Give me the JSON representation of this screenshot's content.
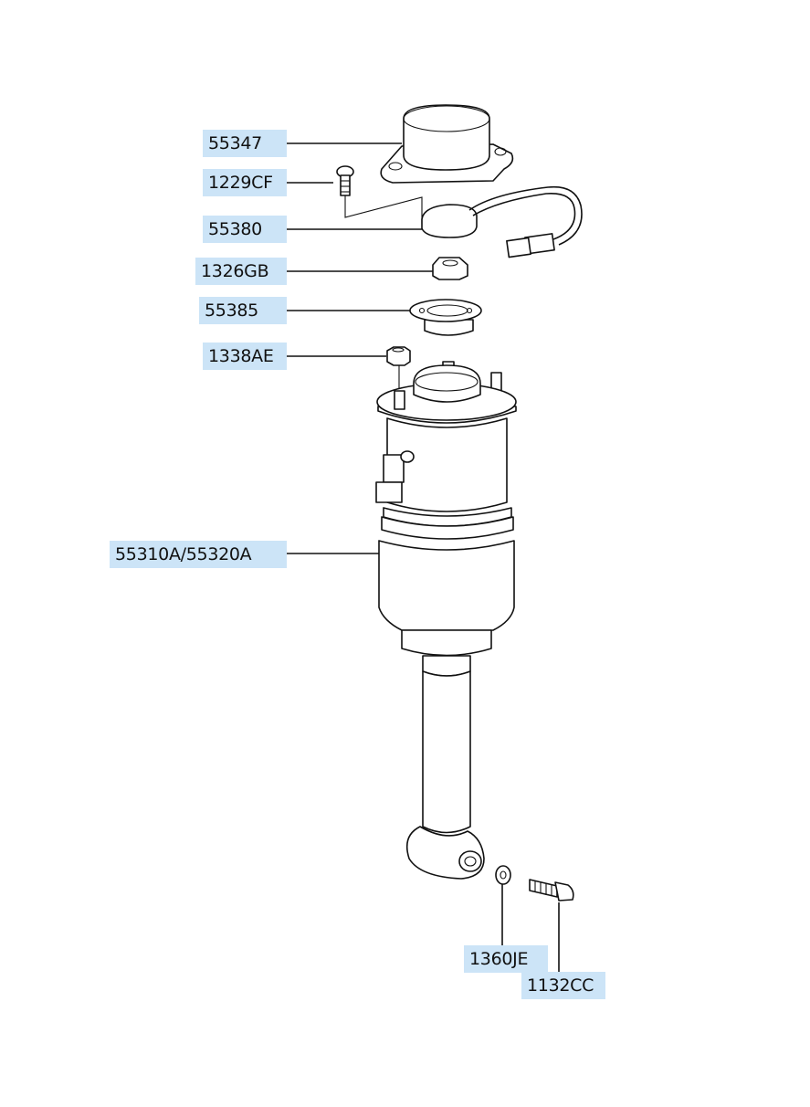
{
  "callouts": {
    "p55347": "55347",
    "p1229CF": "1229CF",
    "p55380": "55380",
    "p1326GB": "1326GB",
    "p55385": "55385",
    "p1338AE": "1338AE",
    "p55310A": "55310A/55320A",
    "p1360JE": "1360JE",
    "p1132CC": "1132CC"
  },
  "colors": {
    "label_bg": "#cce4f7",
    "line": "#111111"
  }
}
